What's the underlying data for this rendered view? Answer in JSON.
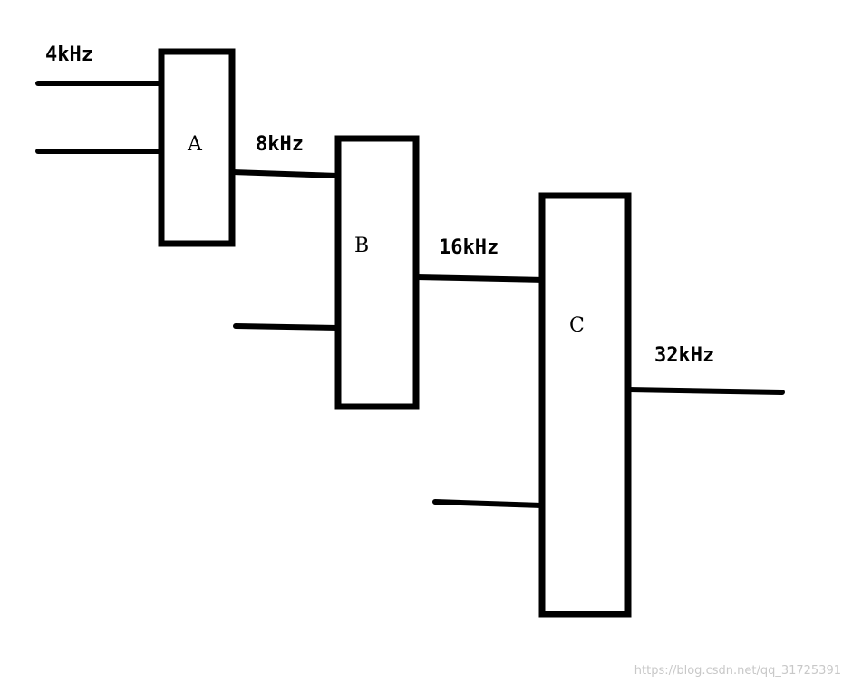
{
  "blocks": [
    {
      "id": "A",
      "label": "A"
    },
    {
      "id": "B",
      "label": "B"
    },
    {
      "id": "C",
      "label": "C"
    }
  ],
  "signals": {
    "input": "4kHz",
    "a_out": "8kHz",
    "b_out": "16kHz",
    "c_out": "32kHz"
  },
  "watermark": "https://blog.csdn.net/qq_31725391",
  "colors": {
    "stroke": "#000000",
    "background": "#ffffff",
    "watermark": "#c8c8c8"
  }
}
